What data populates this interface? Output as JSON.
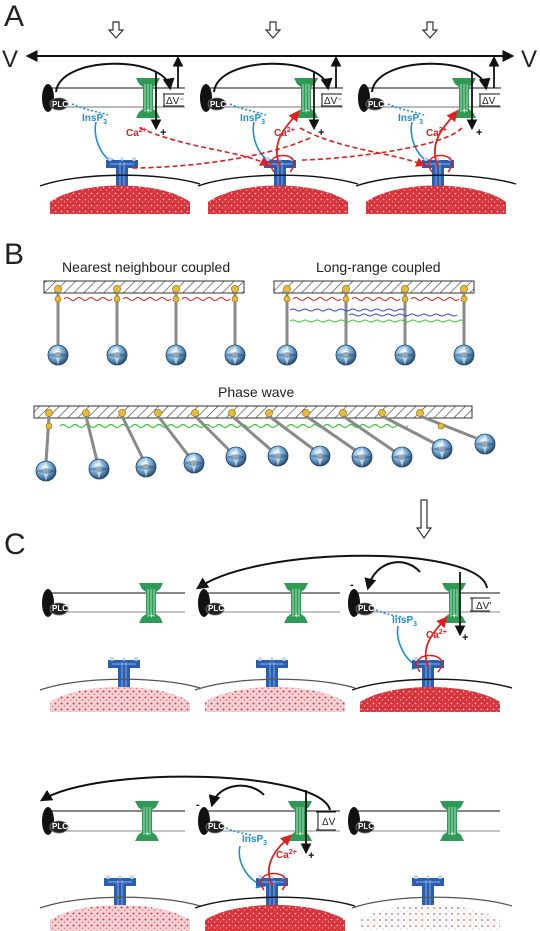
{
  "panel_labels": {
    "a": "A",
    "b": "B",
    "c": "C"
  },
  "panel_a": {
    "voltage_left": "V",
    "voltage_right": "V",
    "delta_v": [
      "ΔV⁻",
      "ΔV⁻",
      "ΔV"
    ],
    "plc": "PLC",
    "ip3": "InsP",
    "ip3_sub": "3",
    "ca": "Ca",
    "ca_sup": "2+",
    "plus": "+"
  },
  "panel_b": {
    "nearest": "Nearest neighbour coupled",
    "long_range": "Long-range coupled",
    "phase_wave": "Phase wave"
  },
  "panel_c": {
    "plc": "PLC",
    "delta_v_top": "ΔV'",
    "delta_v_bottom": "ΔV",
    "ip3": "InsP",
    "ip3_sub": "3",
    "ca": "Ca",
    "ca_sup": "2+",
    "plus": "+",
    "minus": "-"
  },
  "colors": {
    "channel_green": "#2f9a56",
    "receptor_blue": "#2a5fb0",
    "ca_red": "#e02020",
    "ip3_blue": "#1a8fdc",
    "store_red": "#d8333a",
    "store_pale": "#f2b8bc",
    "coupling_green": "#35c43a",
    "coupling_blue": "#3344cc",
    "coupling_red": "#cc2222"
  }
}
